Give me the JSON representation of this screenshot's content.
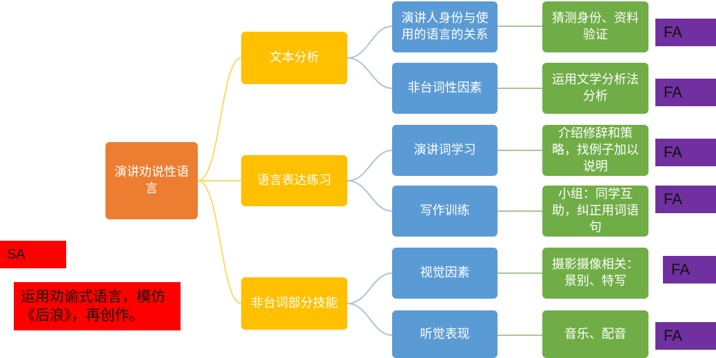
{
  "colors": {
    "root": "#ed7d31",
    "level1": "#ffc000",
    "level2": "#5b9bd5",
    "level3": "#70ad47",
    "fa_tag": "#7030a0",
    "sa_tag": "#ff0000",
    "connector": "#b0c4d8"
  },
  "mindmap": {
    "root": "演讲劝说性语言",
    "branches": [
      {
        "label": "文本分析",
        "children": [
          {
            "label": "演讲人身份与使用的语言的关系",
            "detail": "猜测身份、资料验证",
            "tag": "FA"
          },
          {
            "label": "非台词性因素",
            "detail": "运用文学分析法分析",
            "tag": "FA"
          }
        ]
      },
      {
        "label": "语言表达练习",
        "children": [
          {
            "label": "演讲词学习",
            "detail": "介绍修辞和策略，找例子加以说明",
            "tag": "FA"
          },
          {
            "label": "写作训练",
            "detail": "小组：同学互助，纠正用词语句",
            "tag": "FA"
          }
        ]
      },
      {
        "label": "非台词部分技能",
        "children": [
          {
            "label": "视觉因素",
            "detail": "摄影摄像相关：景别、特写",
            "tag": "FA"
          },
          {
            "label": "听觉表现",
            "detail": "音乐、配音",
            "tag": "FA"
          }
        ]
      }
    ]
  },
  "sa_tag": "SA",
  "sa_note": "运用劝谕式语言，模仿《后浪》，再创作。"
}
